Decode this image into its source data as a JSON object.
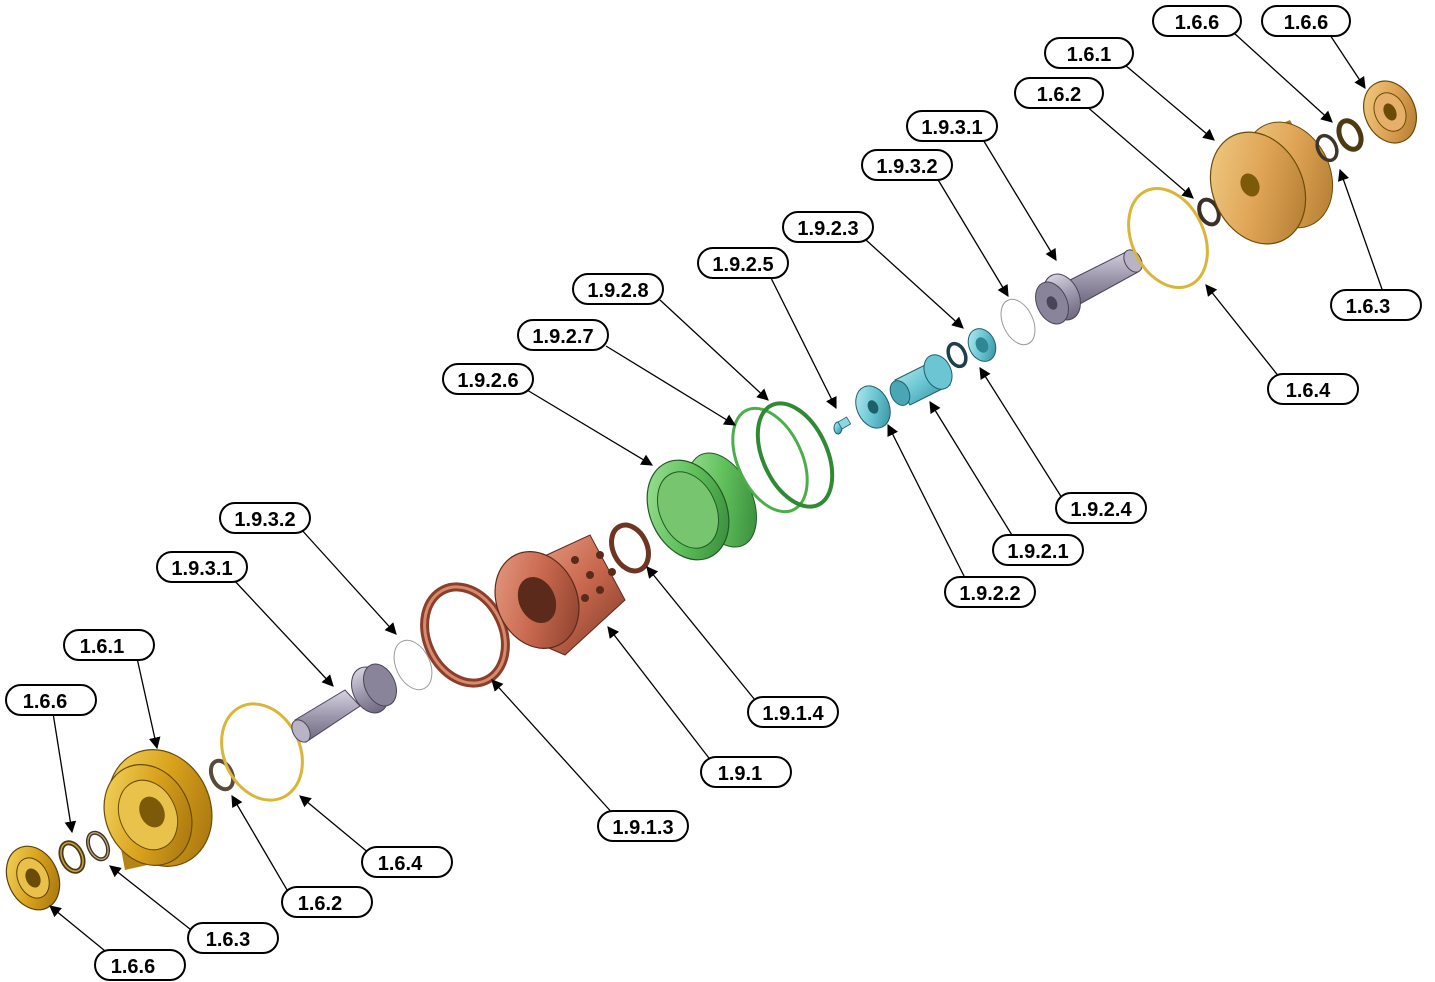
{
  "diagram": {
    "callouts": [
      {
        "id": "c1",
        "label": "1.6.6"
      },
      {
        "id": "c2",
        "label": "1.6.6"
      },
      {
        "id": "c3",
        "label": "1.6.1"
      },
      {
        "id": "c4",
        "label": "1.6.2"
      },
      {
        "id": "c5",
        "label": "1.9.3.1"
      },
      {
        "id": "c6",
        "label": "1.9.3.2"
      },
      {
        "id": "c7",
        "label": "1.9.2.3"
      },
      {
        "id": "c8",
        "label": "1.9.2.5"
      },
      {
        "id": "c9",
        "label": "1.9.2.8"
      },
      {
        "id": "c10",
        "label": "1.9.2.7"
      },
      {
        "id": "c11",
        "label": "1.9.2.6"
      },
      {
        "id": "c12",
        "label": "1.6.3"
      },
      {
        "id": "c13",
        "label": "1.6.4"
      },
      {
        "id": "c14",
        "label": "1.9.2.4"
      },
      {
        "id": "c15",
        "label": "1.9.2.1"
      },
      {
        "id": "c16",
        "label": "1.9.2.2"
      },
      {
        "id": "c17",
        "label": "1.9.3.2"
      },
      {
        "id": "c18",
        "label": "1.9.3.1"
      },
      {
        "id": "c19",
        "label": "1.6.1"
      },
      {
        "id": "c20",
        "label": "1.6.6"
      },
      {
        "id": "c21",
        "label": "1.9.1.4"
      },
      {
        "id": "c22",
        "label": "1.9.1"
      },
      {
        "id": "c23",
        "label": "1.9.1.3"
      },
      {
        "id": "c24",
        "label": "1.6.4"
      },
      {
        "id": "c25",
        "label": "1.6.2"
      },
      {
        "id": "c26",
        "label": "1.6.3"
      },
      {
        "id": "c27",
        "label": "1.6.6"
      }
    ]
  }
}
